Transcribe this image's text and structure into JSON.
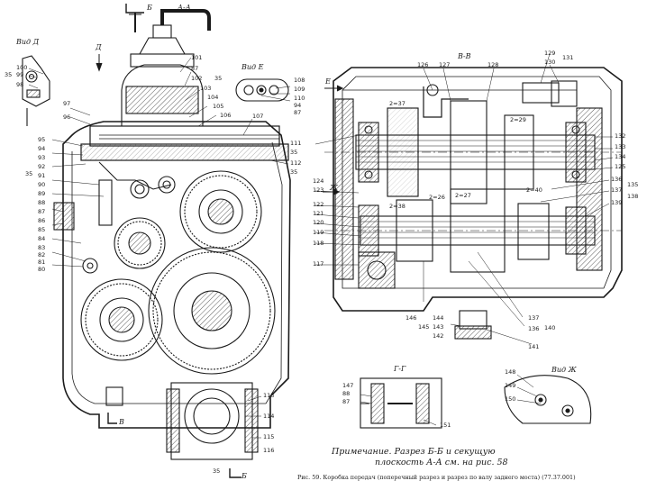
{
  "figure": {
    "caption": "Рис. 59. Коробка передач (поперечный разрез и разрез по валу заднего моста) (77.37.001)",
    "note_line1": "Примечание. Разрез Б-Б и секущую",
    "note_line2": "плоскость А-А см. на рис. 58"
  },
  "section_labels": {
    "aa": "А-А",
    "vv": "В-В",
    "gg": "Г-Г",
    "b_top": "Б",
    "b_bottom": "Б",
    "v_bottom": "В",
    "d_arrow": "Д",
    "e_arrow": "Е",
    "zh_arrow": "Ж"
  },
  "views": {
    "d": "Вид Д",
    "e": "Вид Е",
    "zh": "Вид Ж"
  },
  "callouts": {
    "left_top": [
      "100",
      "99",
      "98",
      "35"
    ],
    "left_side": [
      "97",
      "96",
      "95",
      "94",
      "93",
      "92",
      "91",
      "90",
      "89",
      "88",
      "87",
      "86",
      "85",
      "84",
      "83",
      "82",
      "81",
      "80",
      "35"
    ],
    "top_center": [
      "101",
      "87",
      "102",
      "103",
      "104",
      "105",
      "106",
      "35"
    ],
    "view_e": [
      "108",
      "109",
      "110",
      "94",
      "87"
    ],
    "center_right": [
      "107",
      "111",
      "112",
      "35",
      "35"
    ],
    "main_right": [
      "123",
      "124",
      "122",
      "121",
      "120",
      "119",
      "118",
      "117"
    ],
    "top_right": [
      "126",
      "127",
      "128",
      "129",
      "130",
      "131"
    ],
    "right_side": [
      "132",
      "133",
      "134",
      "125",
      "136",
      "135",
      "137",
      "139",
      "138"
    ],
    "bottom_right": [
      "144",
      "143",
      "142",
      "145",
      "146",
      "137",
      "136",
      "140",
      "141"
    ],
    "section_gg": [
      "147",
      "88",
      "87",
      "151"
    ],
    "view_zh": [
      "148",
      "149",
      "150"
    ],
    "bottom": [
      "113",
      "114",
      "115",
      "116",
      "35"
    ],
    "gear_marks": [
      "2=37",
      "2=29",
      "2=27",
      "2=26",
      "2=40",
      "2=38"
    ]
  }
}
